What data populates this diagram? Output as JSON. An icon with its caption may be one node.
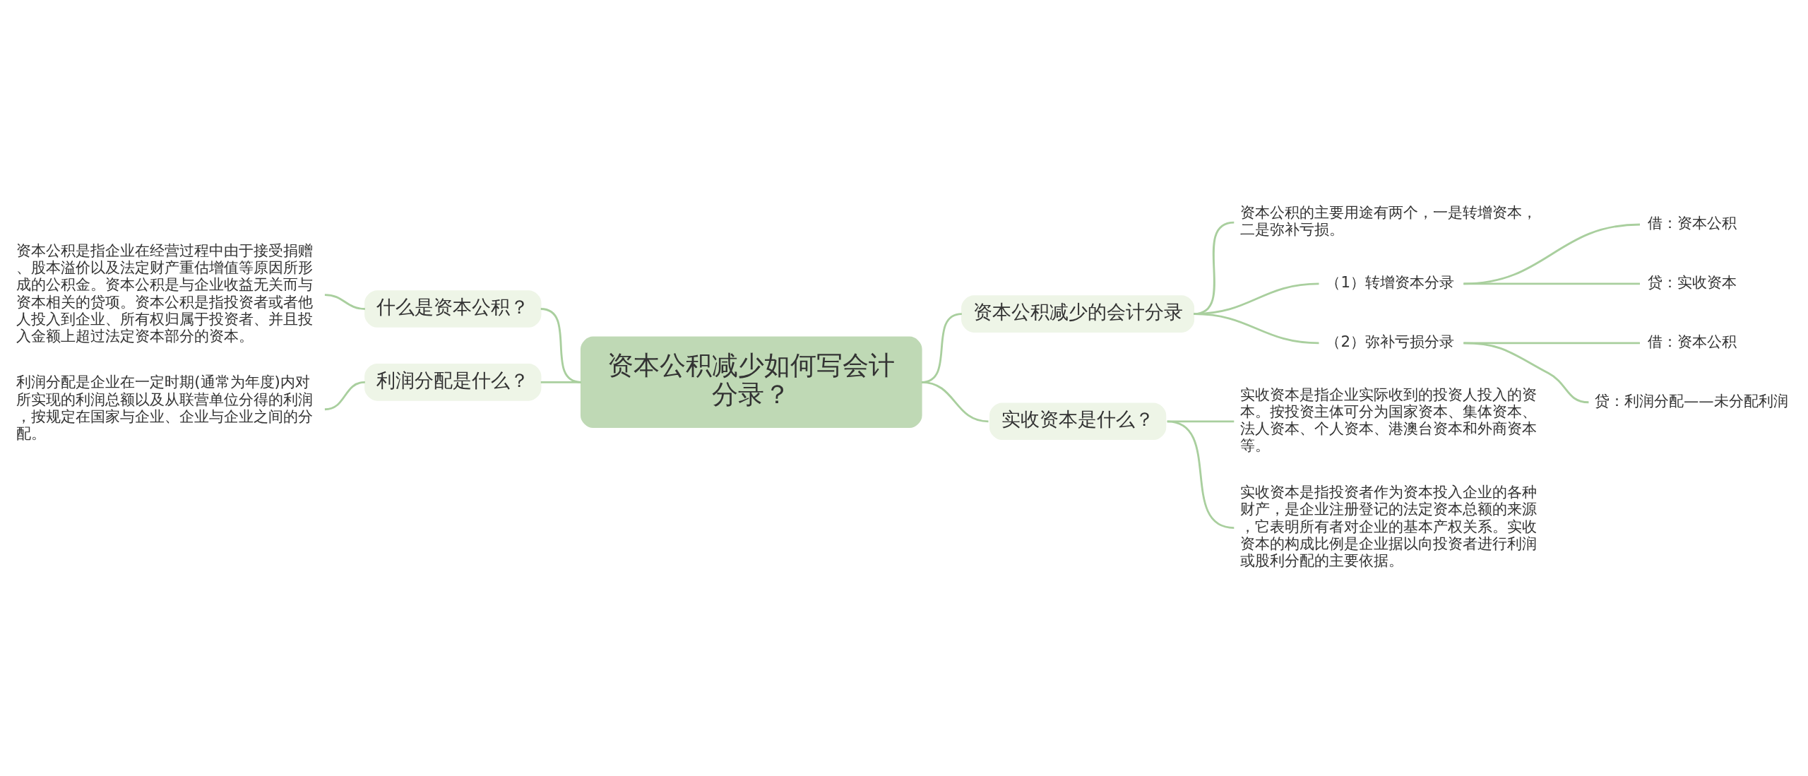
{
  "diagram": {
    "nodes": [
      {
        "text": [
          "资本公积减少如何写会计分录？"
        ]
      },
      {
        "text": [
          "什么是资本公积？"
        ]
      },
      {
        "text": [
          "资本公积是指企业在经营过程中由于接受捐赠、股本溢价以及法定财产重估增值等原因所形成的公积金。资本公积是与企业收益无关而与资本相关的贷项。资本公积是指投资者或者他人投入到企业、所有权归属于投资者、并且投入金额上超过法定资本部分的资本。"
        ]
      },
      {
        "text": [
          "利润分配是什么？"
        ]
      },
      {
        "text": [
          "利润分配是企业在一定时期(通常为年度)内对所实现的利润总额以及从联营单位分得的利润，按规定在国家与企业、企业与企业之间的分配。"
        ]
      },
      {
        "text": [
          "资本公积减少的会计分录"
        ]
      },
      {
        "text": [
          "资本公积的主要用途有两个，一是转增资本，二是弥补亏损。"
        ]
      },
      {
        "text": [
          "（1）转增资本分录"
        ]
      },
      {
        "text": [
          "借：资本公积"
        ]
      },
      {
        "text": [
          "贷：实收资本"
        ]
      },
      {
        "text": [
          "（2）弥补亏损分录"
        ]
      },
      {
        "text": [
          "借：资本公积"
        ]
      },
      {
        "text": [
          "贷：利润分配——未分配利润"
        ]
      },
      {
        "text": [
          "实收资本是什么？"
        ]
      },
      {
        "text": [
          "实收资本是指企业实际收到的投资人投入的资本。按投资主体可分为国家资本、集体资本、法人资本、个人资本、港澳台资本和外商资本等。"
        ]
      },
      {
        "text": [
          "实收资本是指投资者作为资本投入企业的各种财产，是企业注册登记的法定资本总额的来源，它表明所有者对企业的基本产权关系。实收资本的构成比例是企业据以向投资者进行利润或股利分配的主要依据。"
        ]
      }
    ],
    "edges": [
      {
        "from": 0,
        "to": 1,
        "arrow": "none"
      },
      {
        "from": 1,
        "to": 2,
        "arrow": "none"
      },
      {
        "from": 0,
        "to": 3,
        "arrow": "none"
      },
      {
        "from": 3,
        "to": 4,
        "arrow": "none"
      },
      {
        "from": 0,
        "to": 5,
        "arrow": "none"
      },
      {
        "from": 5,
        "to": 6,
        "arrow": "none"
      },
      {
        "from": 5,
        "to": 7,
        "arrow": "none"
      },
      {
        "from": 7,
        "to": 8,
        "arrow": "none"
      },
      {
        "from": 7,
        "to": 9,
        "arrow": "none"
      },
      {
        "from": 5,
        "to": 10,
        "arrow": "none"
      },
      {
        "from": 10,
        "to": 11,
        "arrow": "none"
      },
      {
        "from": 10,
        "to": 12,
        "arrow": "none"
      },
      {
        "from": 0,
        "to": 13,
        "arrow": "none"
      },
      {
        "from": 13,
        "to": 14,
        "arrow": "none"
      },
      {
        "from": 13,
        "to": 15,
        "arrow": "none"
      }
    ]
  }
}
